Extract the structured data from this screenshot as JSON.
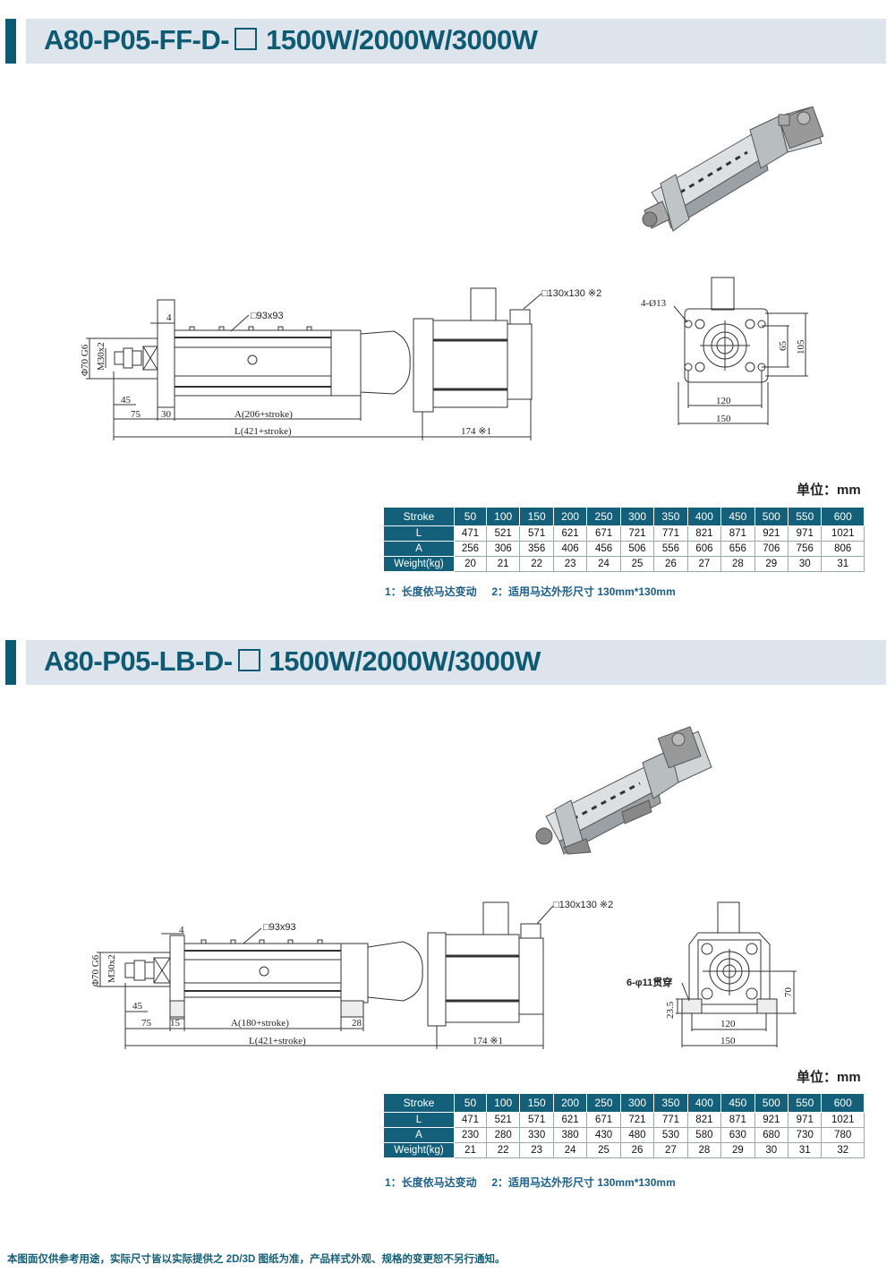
{
  "sections": [
    {
      "title_prefix": "A80-P05-FF-D-",
      "title_suffix": "1500W/2000W/3000W",
      "drawing": {
        "section_label": "□93x93",
        "motor_label": "□130x130 ※2",
        "rod_diameter": "Φ70 G6",
        "thread": "M30x2",
        "dim_flange": "4",
        "dim_45": "45",
        "dim_75": "75",
        "dim_30": "30",
        "dim_A": "A(206+stroke)",
        "dim_L": "L(421+stroke)",
        "dim_motor": "174 ※1",
        "holes": "4-Ø13",
        "dim_65": "65",
        "dim_105": "105",
        "dim_120": "120",
        "dim_150": "150"
      },
      "unit": "单位：mm",
      "table": {
        "header": [
          "Stroke",
          "50",
          "100",
          "150",
          "200",
          "250",
          "300",
          "350",
          "400",
          "450",
          "500",
          "550",
          "600"
        ],
        "rows": [
          [
            "L",
            "471",
            "521",
            "571",
            "621",
            "671",
            "721",
            "771",
            "821",
            "871",
            "921",
            "971",
            "1021"
          ],
          [
            "A",
            "256",
            "306",
            "356",
            "406",
            "456",
            "506",
            "556",
            "606",
            "656",
            "706",
            "756",
            "806"
          ],
          [
            "Weight(kg)",
            "20",
            "21",
            "22",
            "23",
            "24",
            "25",
            "26",
            "27",
            "28",
            "29",
            "30",
            "31"
          ]
        ]
      },
      "notes": "1：长度依马达变动     2：适用马达外形尺寸 130mm*130mm"
    },
    {
      "title_prefix": "A80-P05-LB-D-",
      "title_suffix": "1500W/2000W/3000W",
      "drawing": {
        "section_label": "□93x93",
        "motor_label": "□130x130 ※2",
        "rod_diameter": "Φ70 G6",
        "thread": "M30x2",
        "dim_flange": "4",
        "dim_45": "45",
        "dim_75": "75",
        "dim_15": "15",
        "dim_28": "28",
        "dim_A": "A(180+stroke)",
        "dim_L": "L(421+stroke)",
        "dim_motor": "174 ※1",
        "holes": "6-φ11贯穿",
        "dim_23_5": "23.5",
        "dim_70": "70",
        "dim_120": "120",
        "dim_150": "150"
      },
      "unit": "单位：mm",
      "table": {
        "header": [
          "Stroke",
          "50",
          "100",
          "150",
          "200",
          "250",
          "300",
          "350",
          "400",
          "450",
          "500",
          "550",
          "600"
        ],
        "rows": [
          [
            "L",
            "471",
            "521",
            "571",
            "621",
            "671",
            "721",
            "771",
            "821",
            "871",
            "921",
            "971",
            "1021"
          ],
          [
            "A",
            "230",
            "280",
            "330",
            "380",
            "430",
            "480",
            "530",
            "580",
            "630",
            "680",
            "730",
            "780"
          ],
          [
            "Weight(kg)",
            "21",
            "22",
            "23",
            "24",
            "25",
            "26",
            "27",
            "28",
            "29",
            "30",
            "31",
            "32"
          ]
        ]
      },
      "notes": "1：长度依马达变动     2：适用马达外形尺寸 130mm*130mm"
    }
  ],
  "footer": "本图面仅供参考用途，实际尺寸皆以实际提供之 2D/3D 图纸为准，产品样式外观、规格的变更恕不另行通知。",
  "colors": {
    "brand": "#0e5a73",
    "header_bg": "#dee4eb",
    "table_head": "#14607a",
    "notes": "#1a5f8a"
  }
}
